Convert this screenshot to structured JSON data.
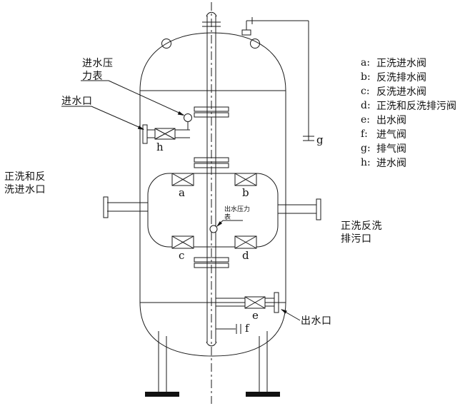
{
  "colors": {
    "line": "#1a1a1a",
    "background": "#ffffff"
  },
  "annotations": {
    "inlet_pressure_gauge": "进水压\n力表",
    "water_inlet": "进水口",
    "wash_inlet": "正洗和反\n洗进水口",
    "outlet_pressure_gauge": "出水压力\n表",
    "drain_outlet": "正洗反洗\n排污口",
    "water_outlet": "出水口"
  },
  "valve_letters": {
    "a": "a",
    "b": "b",
    "c": "c",
    "d": "d",
    "e": "e",
    "f": "f",
    "g": "g",
    "h": "h"
  },
  "legend": {
    "items": [
      {
        "key": "a:",
        "name": "正洗进水阀"
      },
      {
        "key": "b:",
        "name": "反洗排水阀"
      },
      {
        "key": "c:",
        "name": "反洗进水阀"
      },
      {
        "key": "d:",
        "name": "正洗和反洗排污阀"
      },
      {
        "key": "e:",
        "name": "出水阀"
      },
      {
        "key": "f:",
        "name": "进气阀"
      },
      {
        "key": "g:",
        "name": "排气阀"
      },
      {
        "key": "h:",
        "name": "进水阀"
      }
    ]
  }
}
